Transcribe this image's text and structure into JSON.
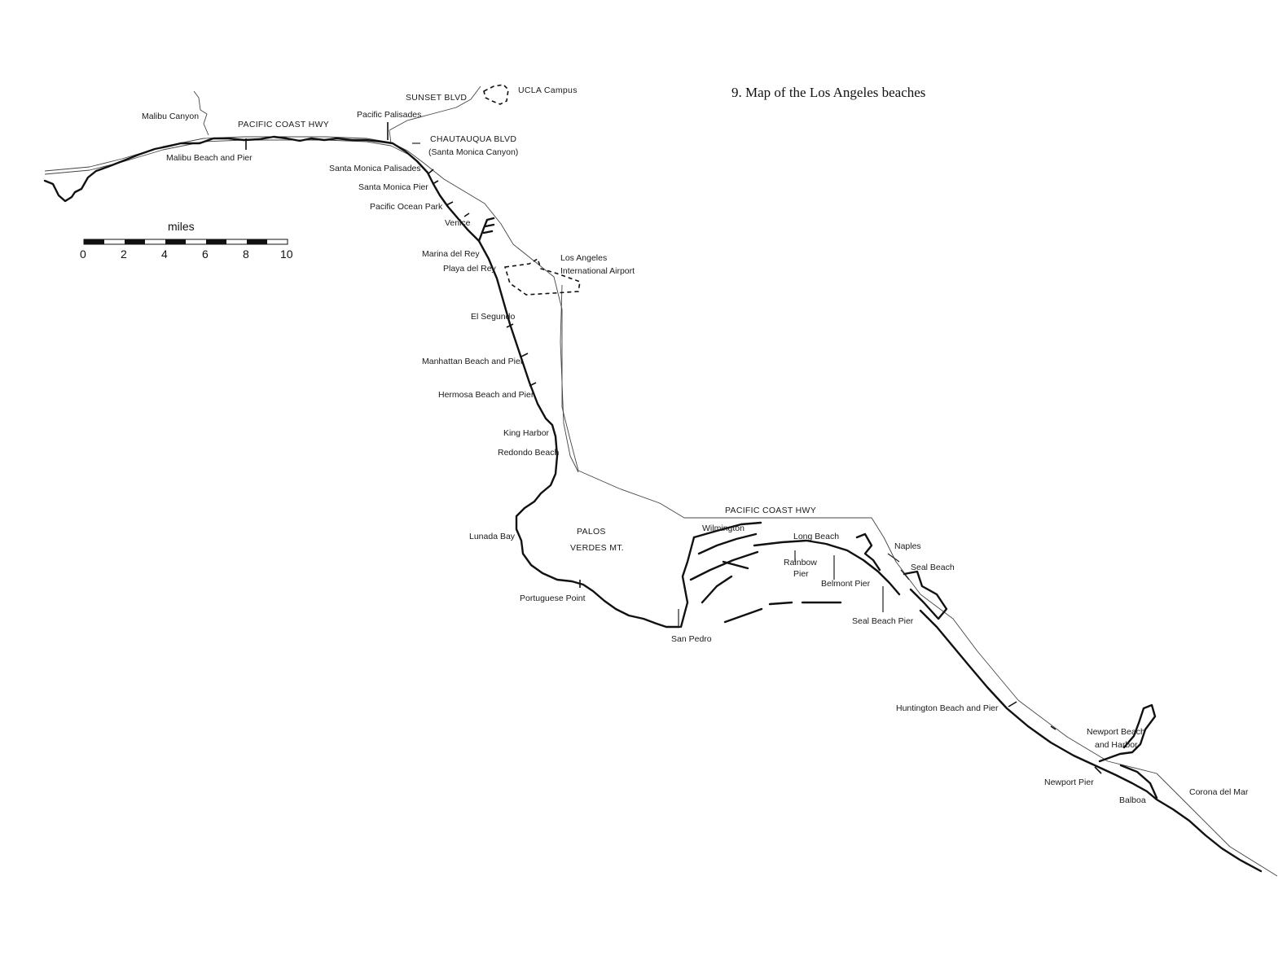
{
  "title": "9. Map of the Los Angeles beaches",
  "scale": {
    "unit": "miles",
    "ticks": [
      "0",
      "2",
      "4",
      "6",
      "8",
      "10"
    ]
  },
  "roads": {
    "pch_north": "PACIFIC COAST HWY",
    "pch_south": "PACIFIC COAST HWY",
    "sunset": "SUNSET BLVD",
    "chautauqua": "CHAUTAUQUA BLVD",
    "chautauqua_sub": "(Santa Monica Canyon)"
  },
  "areas": {
    "ucla": "UCLA Campus",
    "lax_1": "Los Angeles",
    "lax_2": "International Airport",
    "palos_1": "PALOS",
    "palos_2": "VERDES MT."
  },
  "places": {
    "malibu_canyon": "Malibu Canyon",
    "malibu_beach": "Malibu Beach and Pier",
    "pacific_palisades": "Pacific Palisades",
    "santa_monica_palisades": "Santa Monica Palisades",
    "santa_monica_pier": "Santa Monica Pier",
    "pacific_ocean_park": "Pacific Ocean Park",
    "venice": "Venice",
    "marina_del_rey": "Marina del Rey",
    "playa_del_rey": "Playa del Rey",
    "el_segundo": "El Segundo",
    "manhattan": "Manhattan Beach and Pier",
    "hermosa": "Hermosa Beach and Pier",
    "king_harbor": "King Harbor",
    "redondo": "Redondo Beach",
    "lunada": "Lunada Bay",
    "portuguese": "Portuguese Point",
    "san_pedro": "San Pedro",
    "wilmington": "Wilmington",
    "long_beach": "Long Beach",
    "rainbow_1": "Rainbow",
    "rainbow_2": "Pier",
    "belmont": "Belmont Pier",
    "naples": "Naples",
    "seal_beach": "Seal Beach",
    "seal_beach_pier": "Seal Beach Pier",
    "huntington": "Huntington Beach and Pier",
    "newport_1": "Newport Beach",
    "newport_2": "and Harbor",
    "newport_pier": "Newport Pier",
    "balboa": "Balboa",
    "corona": "Corona del Mar"
  },
  "colors": {
    "ink": "#111111",
    "paper": "#ffffff"
  }
}
